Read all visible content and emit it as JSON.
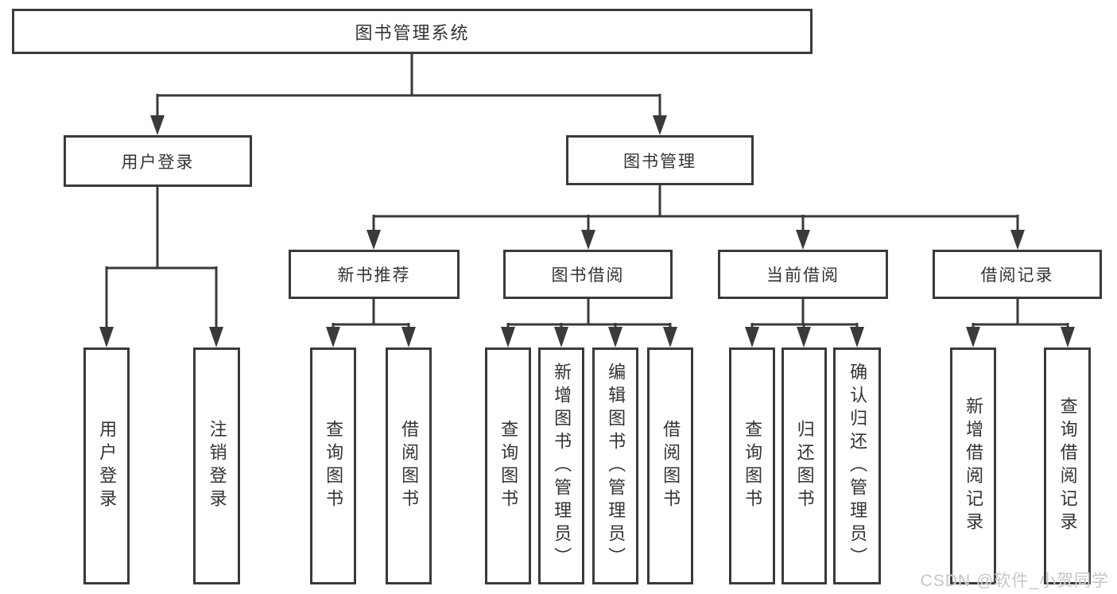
{
  "diagram_type": "hierarchy-tree",
  "tree": {
    "label": "图书管理系统",
    "children": [
      {
        "label": "用户登录",
        "children": [
          {
            "label": "用户登录"
          },
          {
            "label": "注销登录"
          }
        ]
      },
      {
        "label": "图书管理",
        "children": [
          {
            "label": "新书推荐",
            "children": [
              {
                "label": "查询图书"
              },
              {
                "label": "借阅图书"
              }
            ]
          },
          {
            "label": "图书借阅",
            "children": [
              {
                "label": "查询图书"
              },
              {
                "label": "新增图书（管理员）"
              },
              {
                "label": "编辑图书（管理员）"
              },
              {
                "label": "借阅图书"
              }
            ]
          },
          {
            "label": "当前借阅",
            "children": [
              {
                "label": "查询图书"
              },
              {
                "label": "归还图书"
              },
              {
                "label": "确认归还（管理员）"
              }
            ]
          },
          {
            "label": "借阅记录",
            "children": [
              {
                "label": "新增借阅记录"
              },
              {
                "label": "查询借阅记录"
              }
            ]
          }
        ]
      }
    ]
  },
  "watermark": "CSDN @软件_小贺同学",
  "colors": {
    "line": "#3a3a3a",
    "box_border": "#3a3a3a",
    "text": "#333333",
    "watermark": "#c6c6c6",
    "background": "#ffffff"
  }
}
